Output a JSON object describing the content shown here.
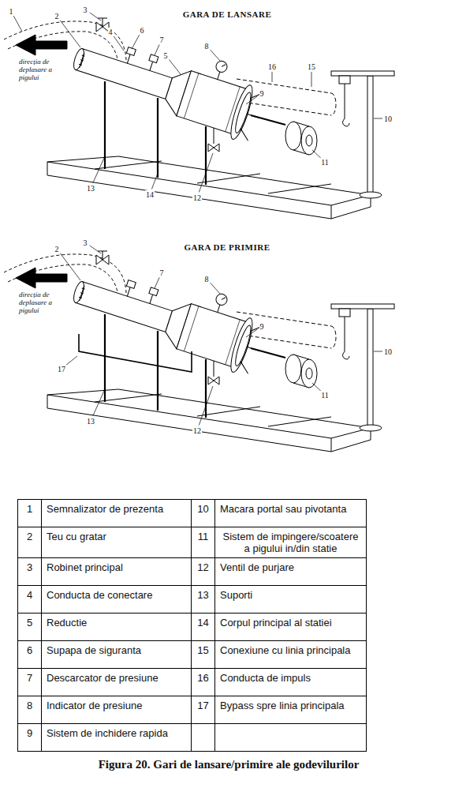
{
  "diagram": {
    "caption": "Figura 20. Gari de lansare/primire ale godevilurilor",
    "labels": [
      "GARA DE LANSARE",
      "direcția de deplasare a pigului",
      "1",
      "2",
      "3",
      "4",
      "5",
      "6",
      "7",
      "8",
      "9",
      "10",
      "11",
      "12",
      "13",
      "14",
      "15",
      "16",
      "GARA DE PRIMIRE",
      "direcția de deplasare a pigului",
      "2",
      "3",
      "7",
      "8",
      "9",
      "10",
      "11",
      "12",
      "13",
      "17",
      "1",
      "Semnalizator de prezenta",
      "10",
      "Macara portal sau pivotanta",
      "2",
      "Teu cu gratar",
      "11",
      "Sistem de impingere/scoatere a pigului in/din statie",
      "3",
      "Robinet principal",
      "12",
      "Ventil de purjare",
      "4",
      "Conducta de conectare",
      "13",
      "Suporti",
      "5",
      "Reductie",
      "14",
      "Corpul principal al statiei",
      "6",
      "Supapa de siguranta",
      "15",
      "Conexiune cu linia principala",
      "7",
      "Descarcator de presiune",
      "16",
      "Conducta de impuls",
      "8",
      "Indicator de presiune",
      "17",
      "Bypass spre linia principala",
      "9",
      "Sistem de inchidere rapida"
    ]
  }
}
